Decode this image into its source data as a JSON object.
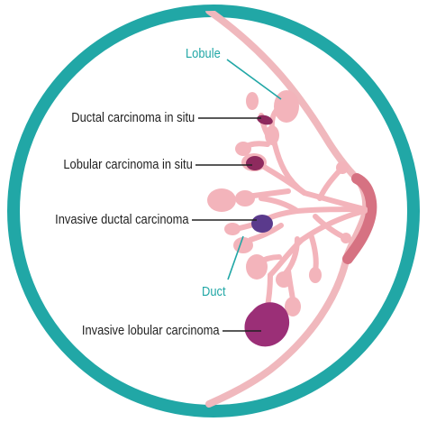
{
  "diagram": {
    "labels": {
      "lobule": "Lobule",
      "dcis": "Ductal carcinoma in situ",
      "lcis": "Lobular carcinoma in situ",
      "idc": "Invasive ductal carcinoma",
      "duct": "Duct",
      "ilc": "Invasive lobular carcinoma"
    },
    "colors": {
      "ring": "#21a7a6",
      "tissue_outline": "#f0b8bd",
      "lobule": "#f3b4bb",
      "duct": "#f3b4bb",
      "nipple": "#d67282",
      "carcinoma_in_situ": "#8e2a5e",
      "invasive_ductal": "#5a3a8c",
      "invasive_lobular": "#9b2f77",
      "label_text": "#222222",
      "accent_text": "#21a7a6"
    }
  }
}
